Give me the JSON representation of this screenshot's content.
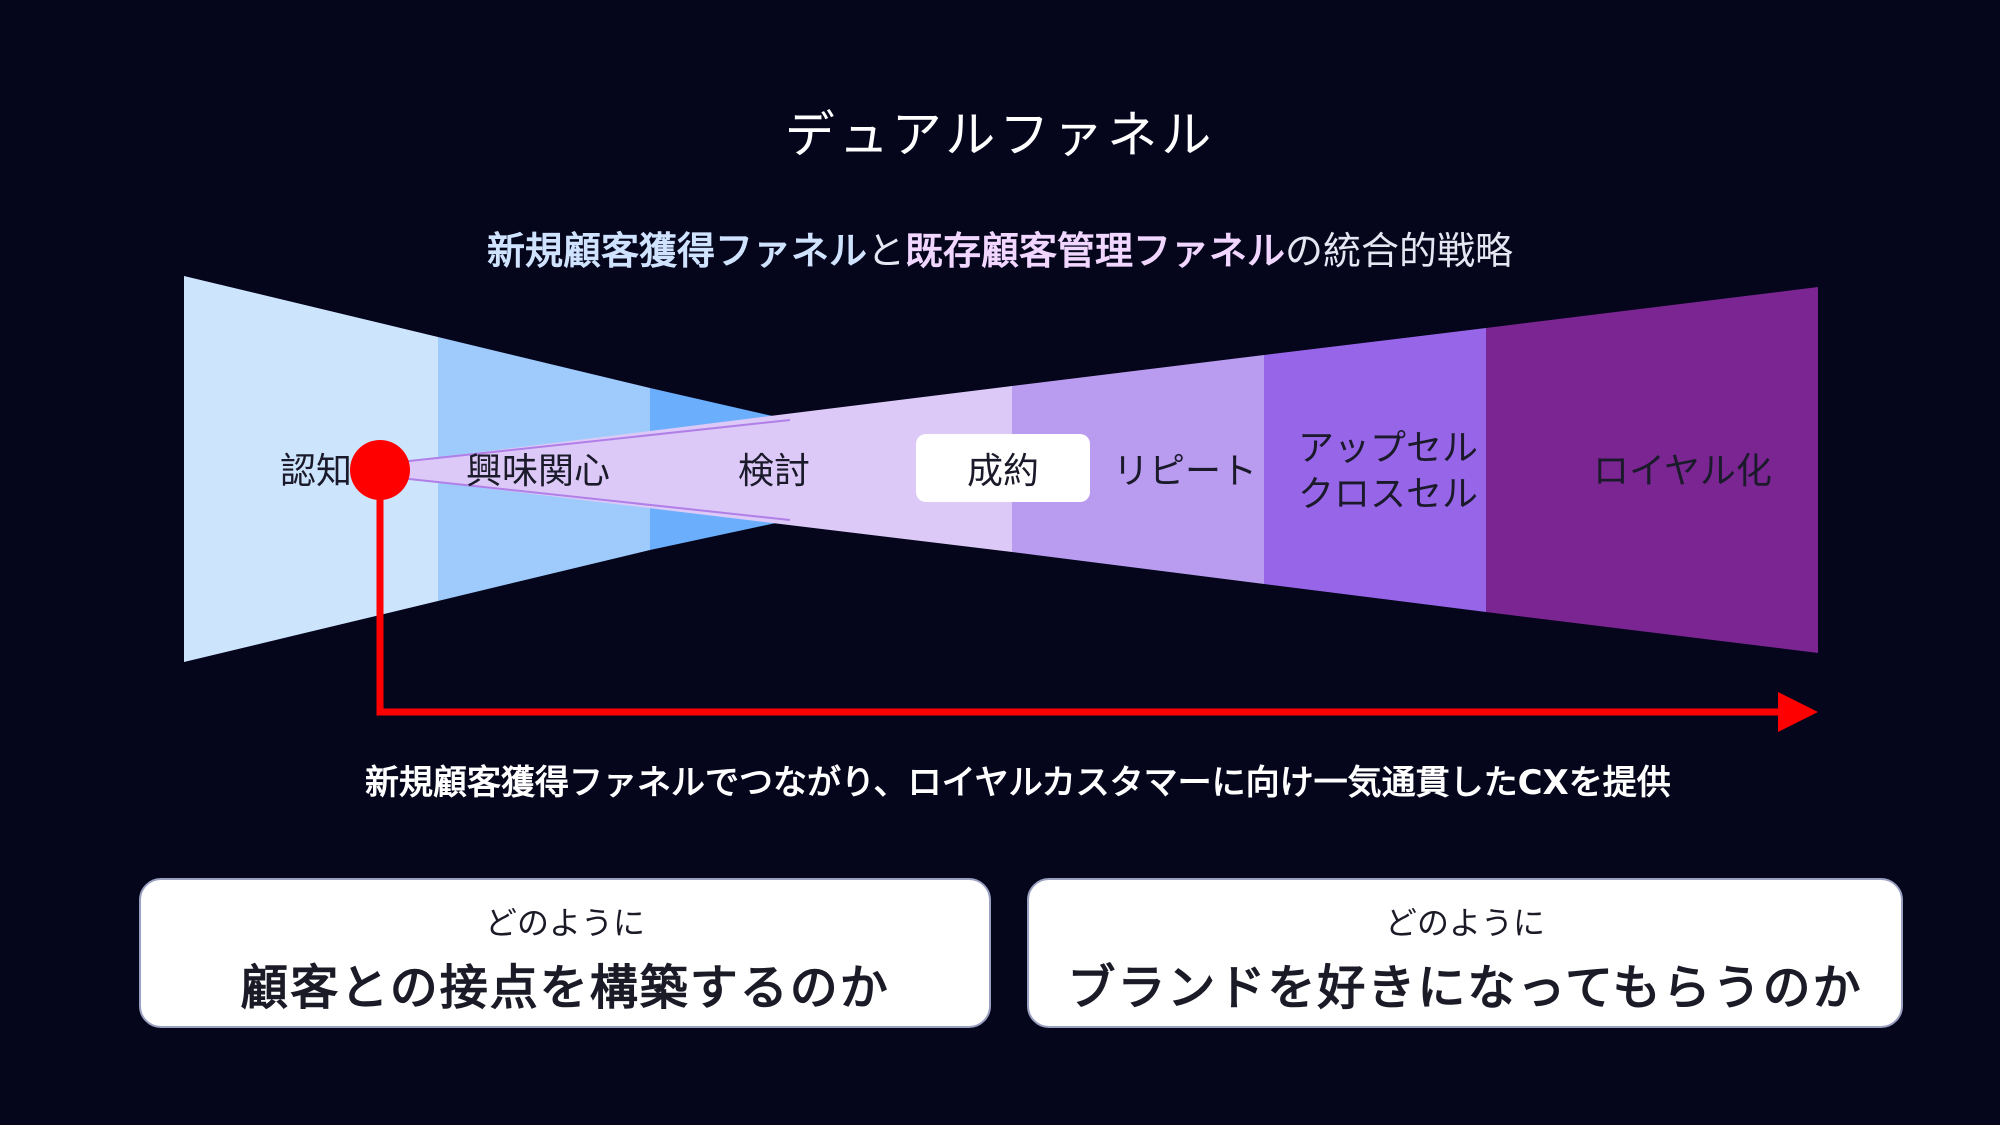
{
  "title": "デュアルファネル",
  "subtitle": {
    "part1": "新規顧客獲得ファネル",
    "part2": "と",
    "part3": "既存顧客管理ファネル",
    "part4": "の統合的戦略"
  },
  "acquisition_stages": [
    "認知",
    "興味関心",
    "検討"
  ],
  "conversion_label": "成約",
  "retention_stages": [
    "リピート",
    "アップセル",
    "クロスセル",
    "ロイヤル化"
  ],
  "caption": "新規顧客獲得ファネルでつながり、ロイヤルカスタマーに向け一気通貫したCXを提供",
  "cards": [
    {
      "small": "どのように",
      "big": "顧客との接点を構築するのか"
    },
    {
      "small": "どのように",
      "big": "ブランドを好きになってもらうのか"
    }
  ],
  "colors": {
    "background": "#05051c",
    "acq_1": "#cde4fd",
    "acq_2": "#9ecbfc",
    "acq_3": "#6aaefc",
    "ret_1": "#dcc9f7",
    "ret_2": "#b99cf0",
    "ret_3": "#9766e8",
    "ret_4": "#7a2592",
    "arrow": "#ff0000"
  }
}
